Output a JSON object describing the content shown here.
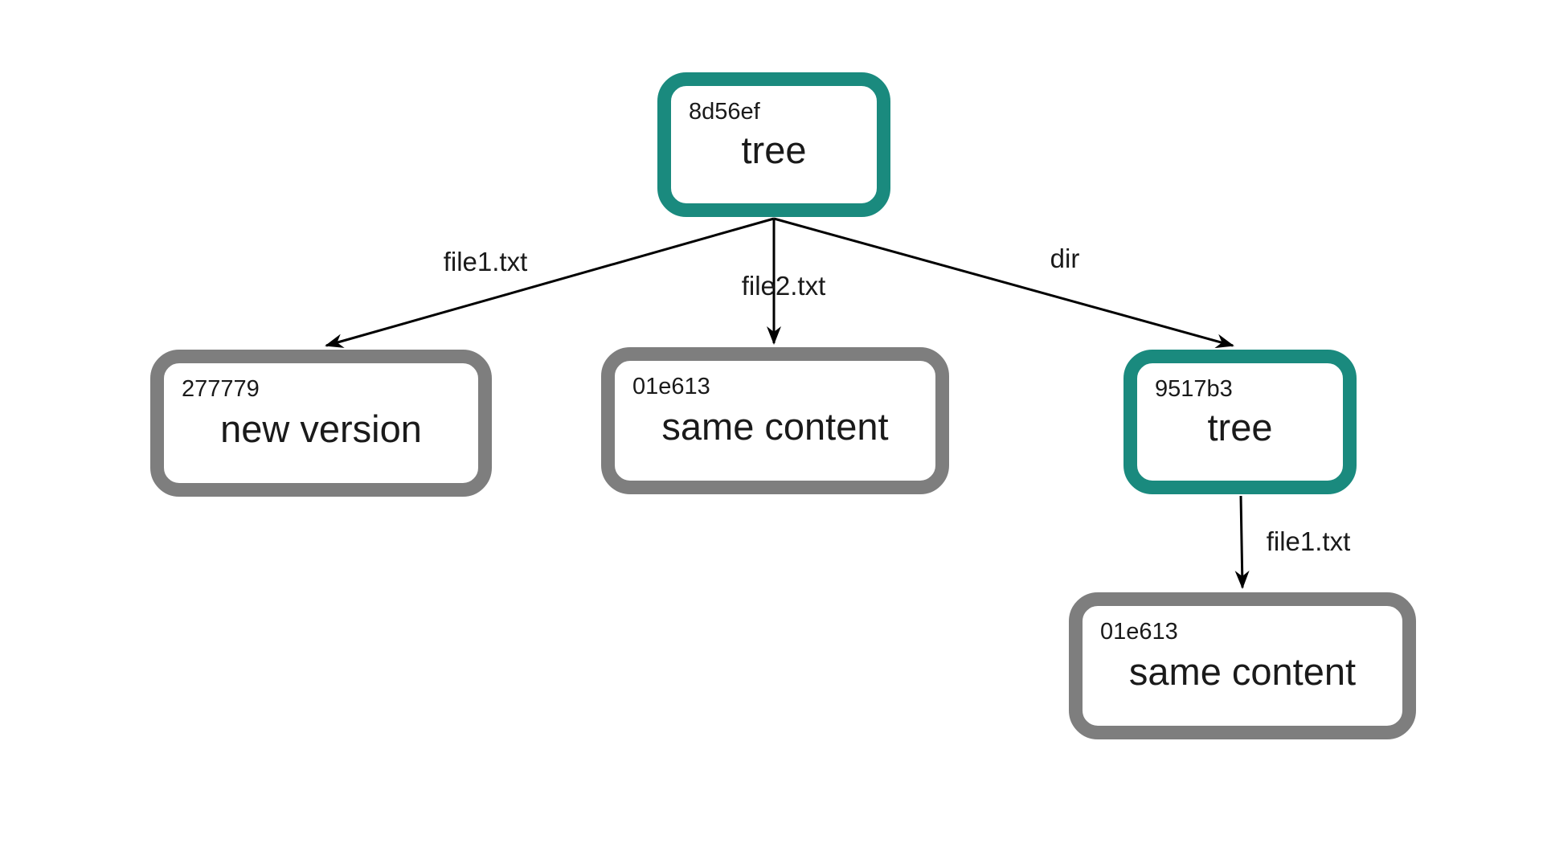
{
  "diagram": {
    "kind": "git-object-graph",
    "colors": {
      "tree_border": "#1a8a7e",
      "blob_border": "#7e7e7e",
      "edge": "#000000",
      "text": "#1a1a1a",
      "background": "#ffffff"
    },
    "nodes": [
      {
        "hash": "8d56ef",
        "label": "tree",
        "type": "tree"
      },
      {
        "hash": "277779",
        "label": "new version",
        "type": "blob"
      },
      {
        "hash": "01e613",
        "label": "same content",
        "type": "blob"
      },
      {
        "hash": "9517b3",
        "label": "tree",
        "type": "tree"
      },
      {
        "hash": "01e613",
        "label": "same content",
        "type": "blob"
      }
    ],
    "edges": [
      {
        "from": "8d56ef",
        "to": "277779",
        "label": "file1.txt"
      },
      {
        "from": "8d56ef",
        "to": "01e613",
        "label": "file2.txt"
      },
      {
        "from": "8d56ef",
        "to": "9517b3",
        "label": "dir"
      },
      {
        "from": "9517b3",
        "to": "01e613",
        "label": "file1.txt"
      }
    ]
  }
}
